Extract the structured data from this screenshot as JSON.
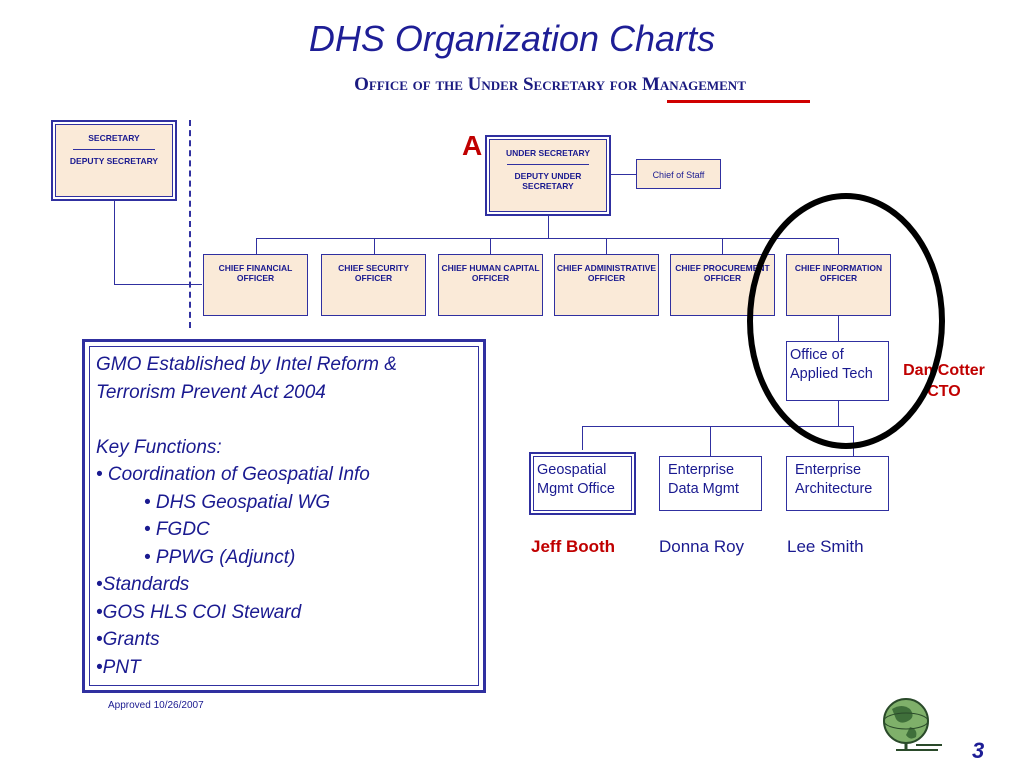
{
  "title": "DHS Organization Charts",
  "subtitle": "Office of the Under Secretary for Management",
  "marker": "A",
  "secretary": {
    "top": "SECRETARY",
    "bottom": "DEPUTY SECRETARY"
  },
  "under_secretary": {
    "top": "UNDER SECRETARY",
    "bottom": "DEPUTY UNDER SECRETARY"
  },
  "chief_of_staff": "Chief of Staff",
  "chiefs": [
    "CHIEF FINANCIAL OFFICER",
    "CHIEF SECURITY OFFICER",
    "CHIEF HUMAN CAPITAL OFFICER",
    "CHIEF ADMINISTRATIVE OFFICER",
    "CHIEF PROCUREMENT OFFICER",
    "CHIEF INFORMATION OFFICER"
  ],
  "office_applied_tech": "Office of Applied Tech",
  "cto": {
    "name": "Dan Cotter",
    "role": "CTO"
  },
  "sub_offices": [
    "Geospatial Mgmt Office",
    "Enterprise Data Mgmt",
    "Enterprise Architecture"
  ],
  "people": [
    "Jeff Booth",
    "Donna Roy",
    "Lee Smith"
  ],
  "info": {
    "line1": "GMO Established by Intel Reform &",
    "line2": "Terrorism Prevent Act 2004",
    "key_functions": "Key Functions:",
    "items": [
      "• Coordination of Geospatial Info",
      "• DHS Geospatial WG",
      "• FGDC",
      "• PPWG (Adjunct)",
      "•Standards",
      "•GOS HLS COI Steward",
      "•Grants",
      "•PNT"
    ]
  },
  "approved": "Approved 10/26/2007",
  "page_number": "3",
  "colors": {
    "title": "#1e1e96",
    "box_fill": "#faead8",
    "border": "#3030a0",
    "highlight": "#c00000",
    "circle": "#000000"
  }
}
